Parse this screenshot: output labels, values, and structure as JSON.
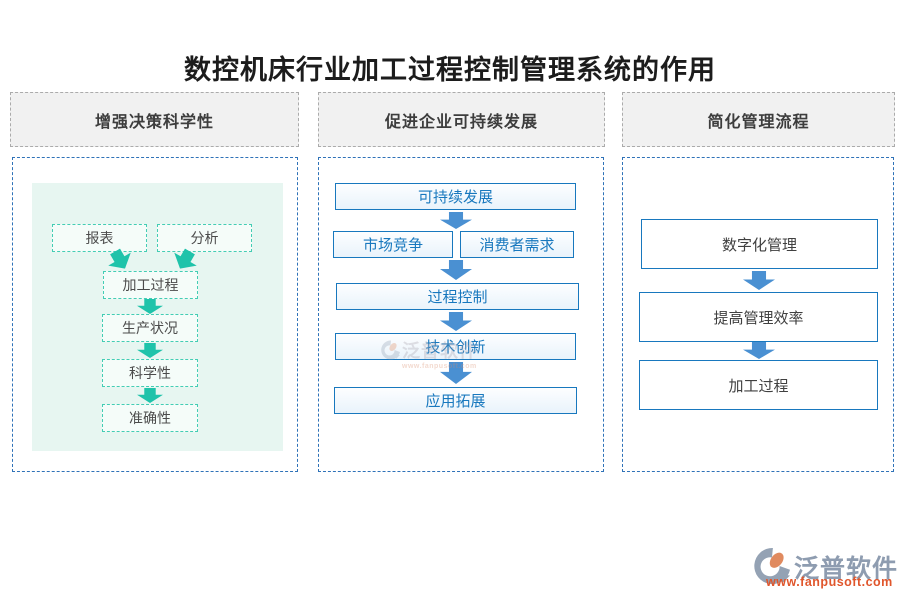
{
  "title": "数控机床行业加工过程控制管理系统的作用",
  "columns": [
    {
      "header": "增强决策科学性",
      "nodes": [
        "报表",
        "分析",
        "加工过程",
        "生产状况",
        "科学性",
        "准确性"
      ]
    },
    {
      "header": "促进企业可持续发展",
      "nodes": [
        "可持续发展",
        "市场竞争",
        "消费者需求",
        "过程控制",
        "技术创新",
        "应用拓展"
      ]
    },
    {
      "header": "简化管理流程",
      "nodes": [
        "数字化管理",
        "提高管理效率",
        "加工过程"
      ]
    }
  ],
  "watermark": {
    "brand": "泛普软件"
  },
  "footer": {
    "brand": "泛普软件",
    "url": "www.fanpusoft.com"
  },
  "colors": {
    "title_text": "#1c1c1c",
    "header_bg": "#f1f1f1",
    "header_border": "#ababab",
    "panel_border": "#2f72b8",
    "green_bg": "#e7f6f1",
    "teal_border": "#43cdb4",
    "teal_arrow": "#1fc3aa",
    "blue_border": "#1878be",
    "blue_text": "#1878be",
    "blue_arrow": "#4a90d2",
    "brand_gray": "#8e9cb0",
    "brand_orange": "#e0562c"
  }
}
